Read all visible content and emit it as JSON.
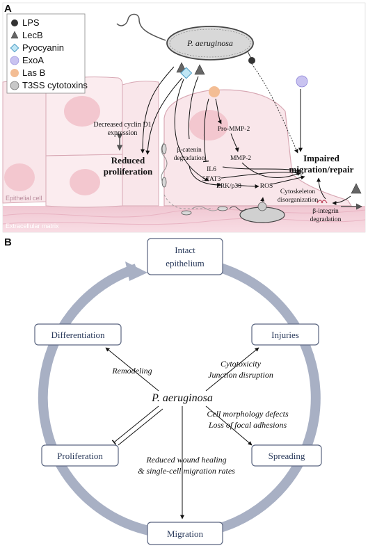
{
  "panel_a": {
    "label": "A",
    "legend": [
      {
        "label": "LPS",
        "color": "#333333",
        "icon": "filled-circle-icon"
      },
      {
        "label": "LecB",
        "color": "#555555",
        "icon": "triangle-icon"
      },
      {
        "label": "Pyocyanin",
        "color": "#bfe6f5",
        "icon": "diamond-icon"
      },
      {
        "label": "ExoA",
        "color": "#c9c3f0",
        "icon": "circle-icon"
      },
      {
        "label": "Las B",
        "color": "#f3bd94",
        "icon": "circle-icon"
      },
      {
        "label": "T3SS cytotoxins",
        "color": "#c8c8c8",
        "icon": "circle-icon"
      }
    ],
    "bacterium": "P. aeruginosa",
    "labels": {
      "cyclin": [
        "Decreased cyclin D1",
        "expression"
      ],
      "reduced": [
        "Reduced",
        "proliferation"
      ],
      "beta_catenin": [
        "β-catenin",
        "degradation"
      ],
      "pro_mmp2": "Pro-MMP-2",
      "mmp2": "MMP-2",
      "il6": "IL6",
      "stat3": "STAT3",
      "erk": "ERK/p38",
      "ros": "ROS",
      "cytoskeleton": [
        "Cytoskeleton",
        "disorganization"
      ],
      "impaired": [
        "Impaired",
        "migration/repair"
      ],
      "integrin": [
        "β-integrin",
        "degradation"
      ],
      "epithelial_cell": "Epithelial cell",
      "ecm": "Extracellular matrix"
    }
  },
  "panel_b": {
    "label": "B",
    "center": "P. aeruginosa",
    "boxes": {
      "intact": [
        "Intact",
        "epithelium"
      ],
      "injuries": "Injuries",
      "spreading": "Spreading",
      "migration": "Migration",
      "proliferation": "Proliferation",
      "differentiation": "Differentiation"
    },
    "annotations": {
      "remodeling": "Remodeling",
      "cytotoxicity": [
        "Cytotoxicity",
        "Junction disruption"
      ],
      "morphology": [
        "Cell morphology defects",
        "Loss of focal adhesions"
      ],
      "wound": [
        "Reduced wound healing",
        "& single-cell migration rates"
      ]
    }
  }
}
